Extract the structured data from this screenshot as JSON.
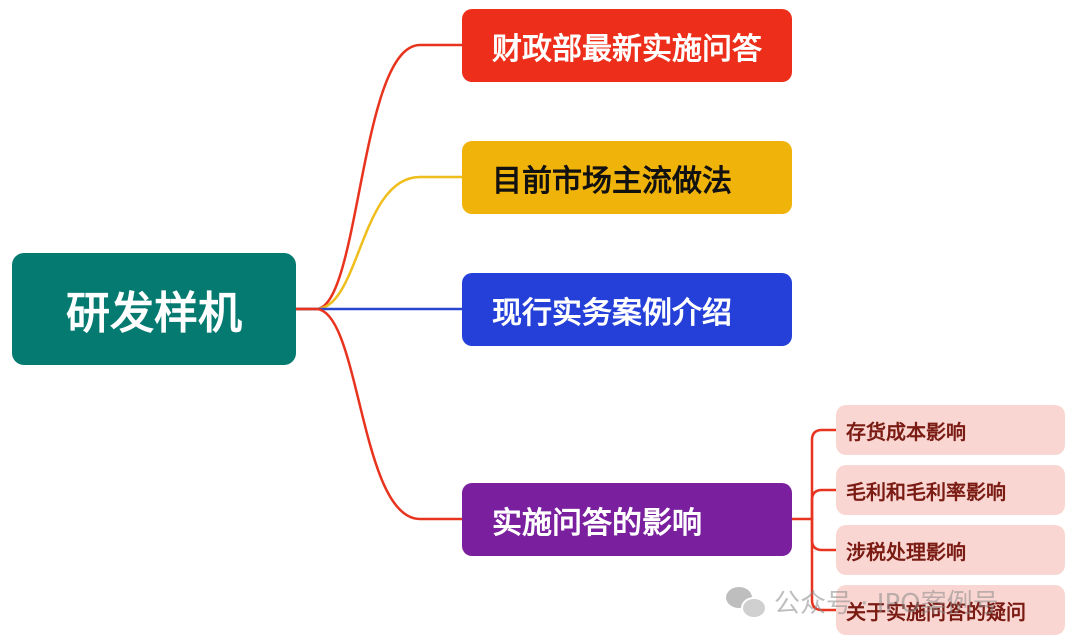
{
  "root": {
    "label": "研发样机",
    "color": "#047A70"
  },
  "branches": [
    {
      "label": "财政部最新实施问答",
      "color": "#EC2E1A",
      "line_color": "#E8331E"
    },
    {
      "label": "目前市场主流做法",
      "color": "#F0B30A",
      "line_color": "#EFBE1B",
      "text_color": "#111111"
    },
    {
      "label": "现行实务案例介绍",
      "color": "#2440D8",
      "line_color": "#2946CF"
    },
    {
      "label": "实施问答的影响",
      "color": "#7A209E",
      "line_color": "#E8331E"
    }
  ],
  "leaves": {
    "fill": "#FAD6D2",
    "text_color": "#7A1C14",
    "line_color": "#E8331E",
    "items": [
      {
        "label": "存货成本影响"
      },
      {
        "label": "毛利和毛利率影响"
      },
      {
        "label": "涉税处理影响"
      },
      {
        "label": "关于实施问答的疑问"
      }
    ]
  },
  "watermark": {
    "text": "公众号 · IPO案例号",
    "icon": "wechat-icon"
  }
}
